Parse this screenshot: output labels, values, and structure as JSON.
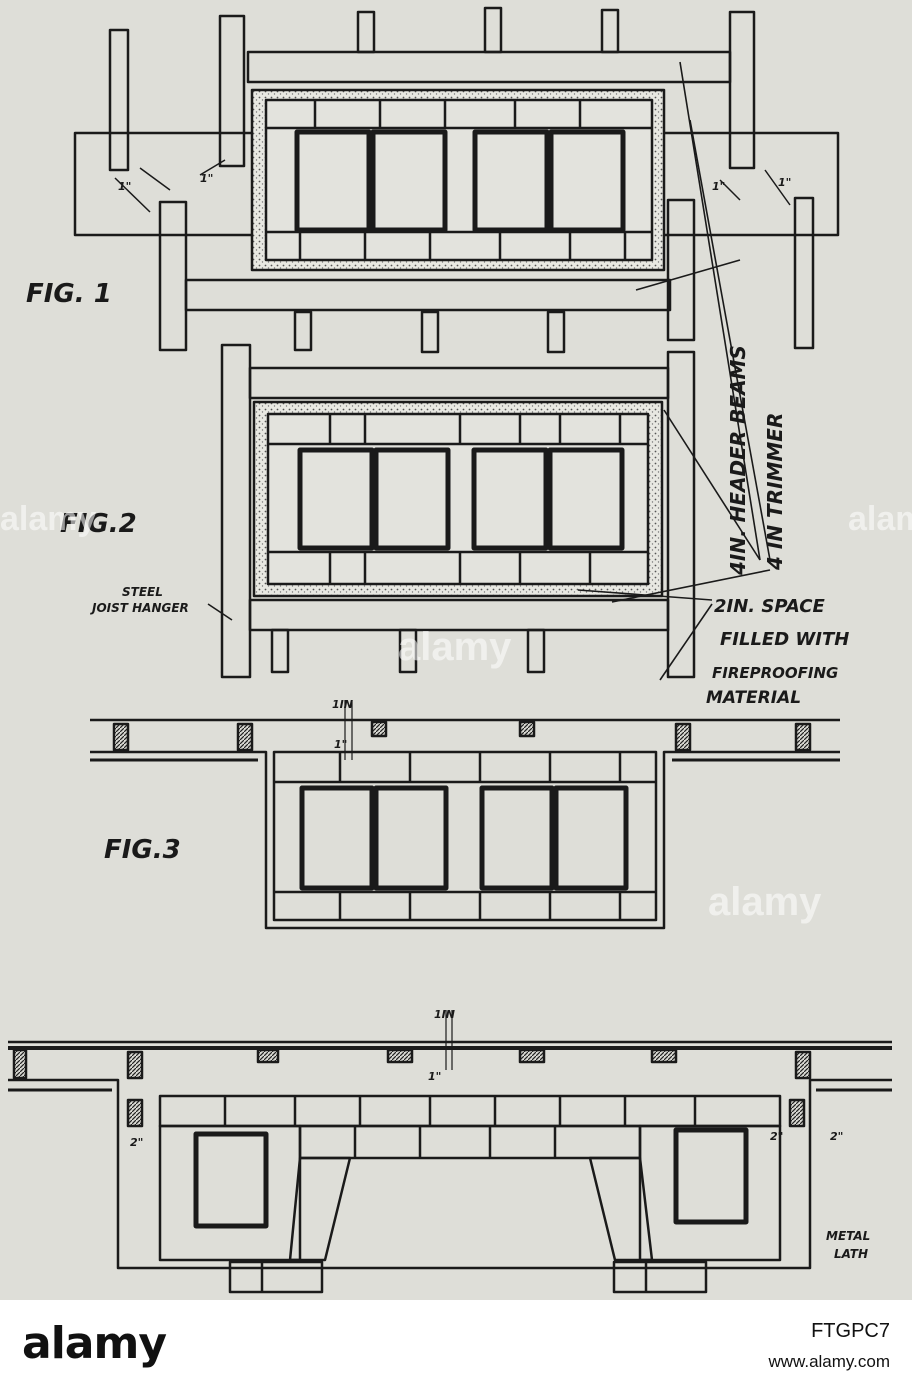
{
  "figures": {
    "fig1": "FIG. 1",
    "fig2": "FIG.2",
    "fig3": "FIG.3"
  },
  "labels": {
    "header_beams": "4IN. HEADER BEAMS",
    "trimmer": "4 IN TRIMMER",
    "steel_joist_hanger_line1": "STEEL",
    "steel_joist_hanger_line2": "JOIST HANGER",
    "space_line1": "2IN. SPACE",
    "space_line2": "FILLED WITH",
    "space_line3": "FIREPROOFING",
    "space_line4": "MATERIAL",
    "metal_lath_line1": "METAL",
    "metal_lath_line2": "LATH"
  },
  "dimensions": {
    "fig1_left_a": "1\"",
    "fig1_left_b": "1\"",
    "fig1_right_a": "1\"",
    "fig1_right_b": "1\"",
    "fig3_a": "1IN",
    "fig3_b": "1\"",
    "fig4_a": "1IN",
    "fig4_b": "1\"",
    "fig4_left": "2\"",
    "fig4_right_a": "2\"",
    "fig4_right_b": "2\""
  },
  "watermark": "alamy",
  "footer": {
    "logo": "alamy",
    "image_id": "FTGPC7",
    "site": "www.alamy.com"
  }
}
